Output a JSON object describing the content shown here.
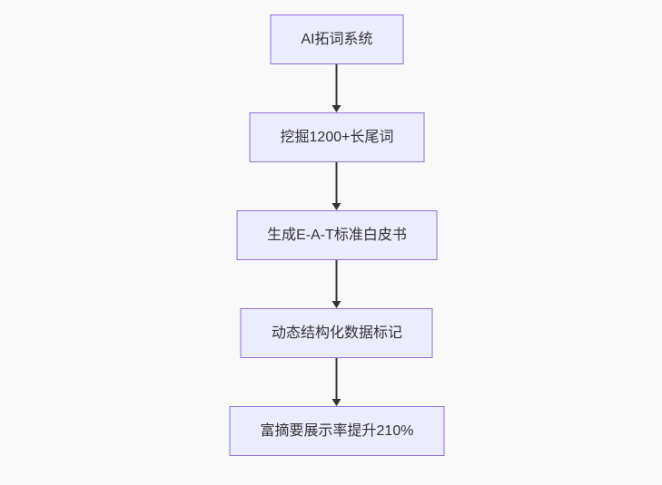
{
  "diagram": {
    "type": "flowchart",
    "direction": "top-down",
    "nodes": [
      {
        "id": "step-1",
        "label": "AI拓词系统"
      },
      {
        "id": "step-2",
        "label": "挖掘1200+长尾词"
      },
      {
        "id": "step-3",
        "label": "生成E-A-T标准白皮书"
      },
      {
        "id": "step-4",
        "label": "动态结构化数据标记"
      },
      {
        "id": "step-5",
        "label": "富摘要展示率提升210%"
      }
    ],
    "edges": [
      {
        "from": "step-1",
        "to": "step-2",
        "style": "arrow-down"
      },
      {
        "from": "step-2",
        "to": "step-3",
        "style": "arrow-down"
      },
      {
        "from": "step-3",
        "to": "step-4",
        "style": "arrow-down"
      },
      {
        "from": "step-4",
        "to": "step-5",
        "style": "arrow-down"
      }
    ],
    "style": {
      "node_fill": "#ECECFF",
      "node_border": "#9370DB",
      "node_text": "#333333",
      "edge_color": "#333333",
      "background": "#f9f9f9"
    }
  }
}
